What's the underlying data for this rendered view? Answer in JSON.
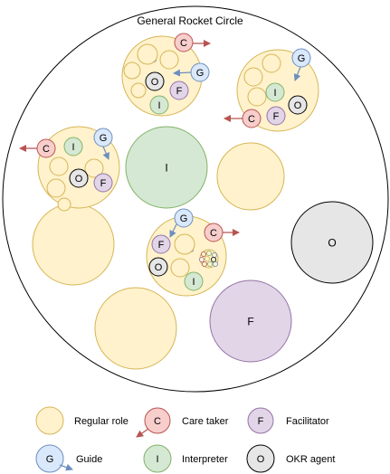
{
  "title": "General Rocket Circle",
  "roles": {
    "regular": {
      "label": "",
      "fill": "#FFF2CC",
      "stroke": "#D6B656"
    },
    "care_taker": {
      "letter": "C",
      "fill": "#F8CECC",
      "stroke": "#B85450"
    },
    "guide": {
      "letter": "G",
      "fill": "#DAE8FC",
      "stroke": "#6C8EBF"
    },
    "interpreter": {
      "letter": "I",
      "fill": "#D5E8D4",
      "stroke": "#82B366"
    },
    "facilitator": {
      "letter": "F",
      "fill": "#E1D5E7",
      "stroke": "#9673A6"
    },
    "okr_agent": {
      "letter": "O",
      "fill": "#E6E6E6",
      "stroke": "#000000"
    }
  },
  "arrow_colors": {
    "care_taker": "#B85450",
    "guide": "#6C8EBF"
  },
  "legend": {
    "regular": "Regular role",
    "care_taker": "Care taker",
    "facilitator": "Facilitator",
    "guide": "Guide",
    "interpreter": "Interpreter",
    "okr_agent": "OKR agent"
  }
}
